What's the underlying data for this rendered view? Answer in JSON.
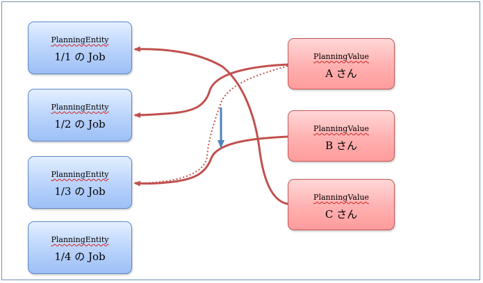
{
  "entities": [
    {
      "type": "PlanningEntity",
      "label": "1/1 の Job"
    },
    {
      "type": "PlanningEntity",
      "label": "1/2 の Job"
    },
    {
      "type": "PlanningEntity",
      "label": "1/3 の Job"
    },
    {
      "type": "PlanningEntity",
      "label": "1/4 の Job"
    }
  ],
  "values": [
    {
      "type": "PlanningValue",
      "label": "A さん"
    },
    {
      "type": "PlanningValue",
      "label": "B さん"
    },
    {
      "type": "PlanningValue",
      "label": "C さん"
    }
  ],
  "colors": {
    "arrow": "#c0504d",
    "move_arrow": "#4f81bd",
    "entity_border": "#5a86c5",
    "value_border": "#c25555"
  }
}
